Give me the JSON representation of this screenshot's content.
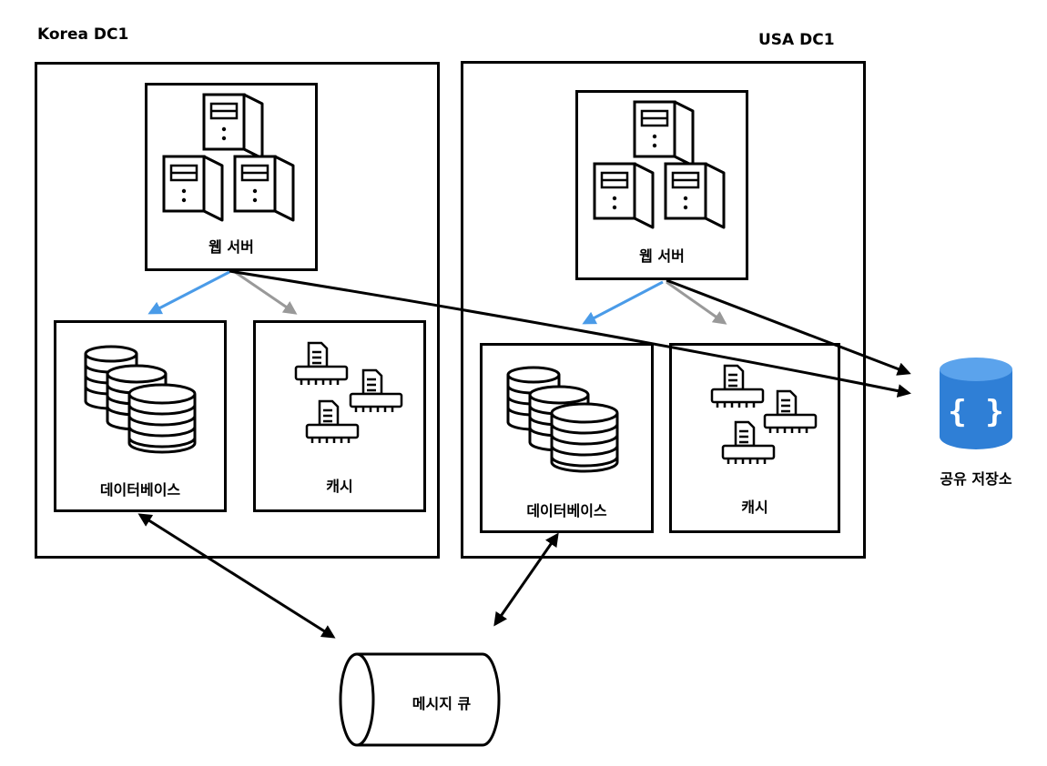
{
  "datacenters": [
    {
      "title": "Korea DC1",
      "web_server_label": "웹 서버",
      "database_label": "데이터베이스",
      "cache_label": "캐시"
    },
    {
      "title": "USA DC1",
      "web_server_label": "웹 서버",
      "database_label": "데이터베이스",
      "cache_label": "캐시"
    }
  ],
  "shared_storage": {
    "label": "공유 저장소",
    "icon": "curly-braces-cylinder-icon",
    "color": "#2f7fd6"
  },
  "message_queue": {
    "label": "메시지 큐"
  },
  "arrow_colors": {
    "database": "#4a9be8",
    "cache": "#999999",
    "storage": "#000000",
    "sync": "#000000"
  }
}
